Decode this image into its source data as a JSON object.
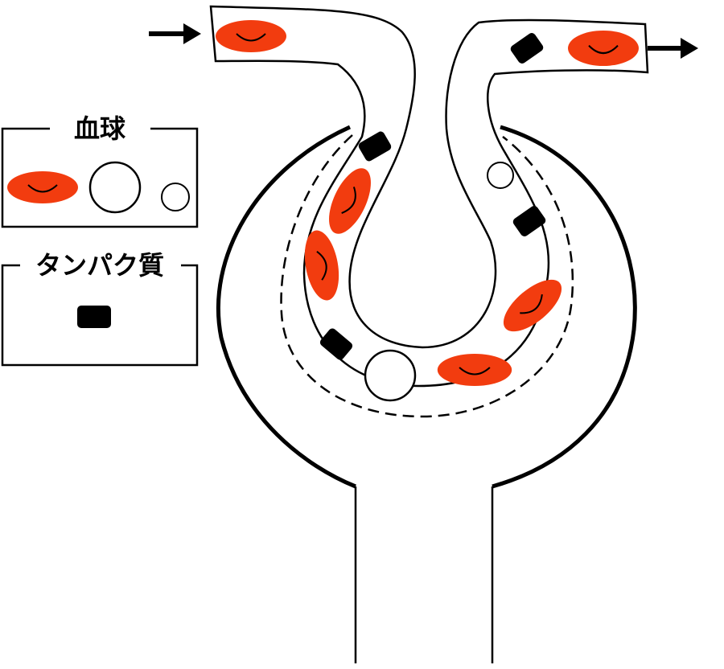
{
  "legend": {
    "blood_cells": {
      "title": "血球",
      "items": [
        "red-blood-cell",
        "white-blood-cell",
        "platelet"
      ]
    },
    "proteins": {
      "title": "タンパク質",
      "items": [
        "protein"
      ]
    }
  },
  "colors": {
    "red_blood_cell": "#f23c0f",
    "protein": "#000000",
    "outline": "#000000",
    "background": "#ffffff"
  },
  "flow": {
    "inflow": "arrow-right-icon",
    "outflow": "arrow-right-icon"
  }
}
